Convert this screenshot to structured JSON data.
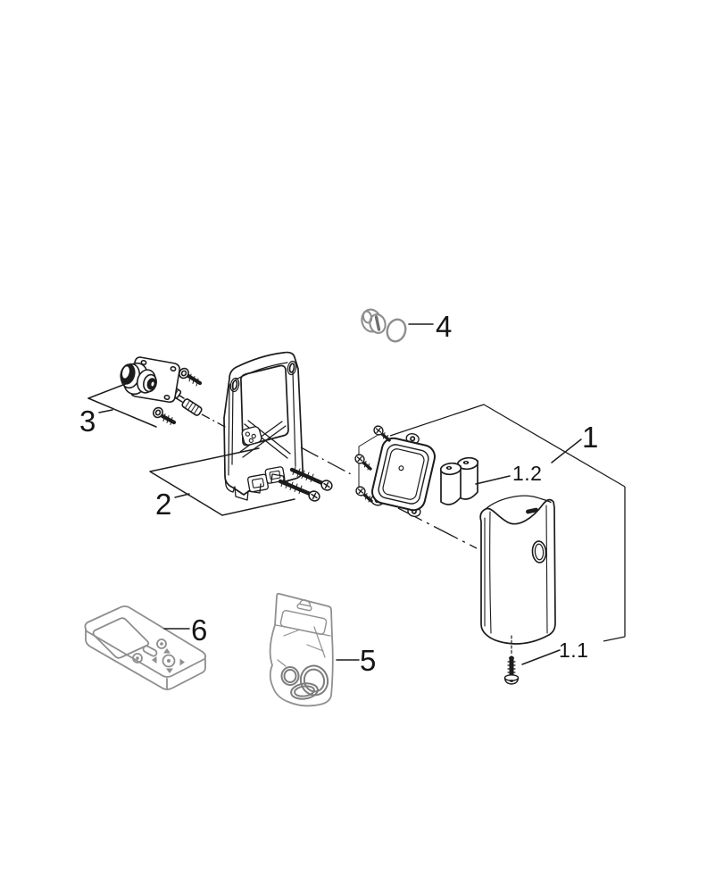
{
  "page": {
    "background": "#ffffff",
    "kind": "exploded-parts-diagram"
  },
  "diagram": {
    "line_color": "#1c1c1c",
    "accessory_line_color": "#8e8e8e",
    "callouts": [
      {
        "label": "1",
        "part": "cover-assembly-group"
      },
      {
        "label": "1.1",
        "part": "cover-fixing-screw"
      },
      {
        "label": "1.2",
        "part": "batteries"
      },
      {
        "label": "2",
        "part": "mounting-plate"
      },
      {
        "label": "3",
        "part": "valve-cartridge-with-screws"
      },
      {
        "label": "4",
        "part": "plug-with-o-ring"
      },
      {
        "label": "5",
        "part": "seal-kit-bag"
      },
      {
        "label": "6",
        "part": "remote-control"
      }
    ]
  }
}
